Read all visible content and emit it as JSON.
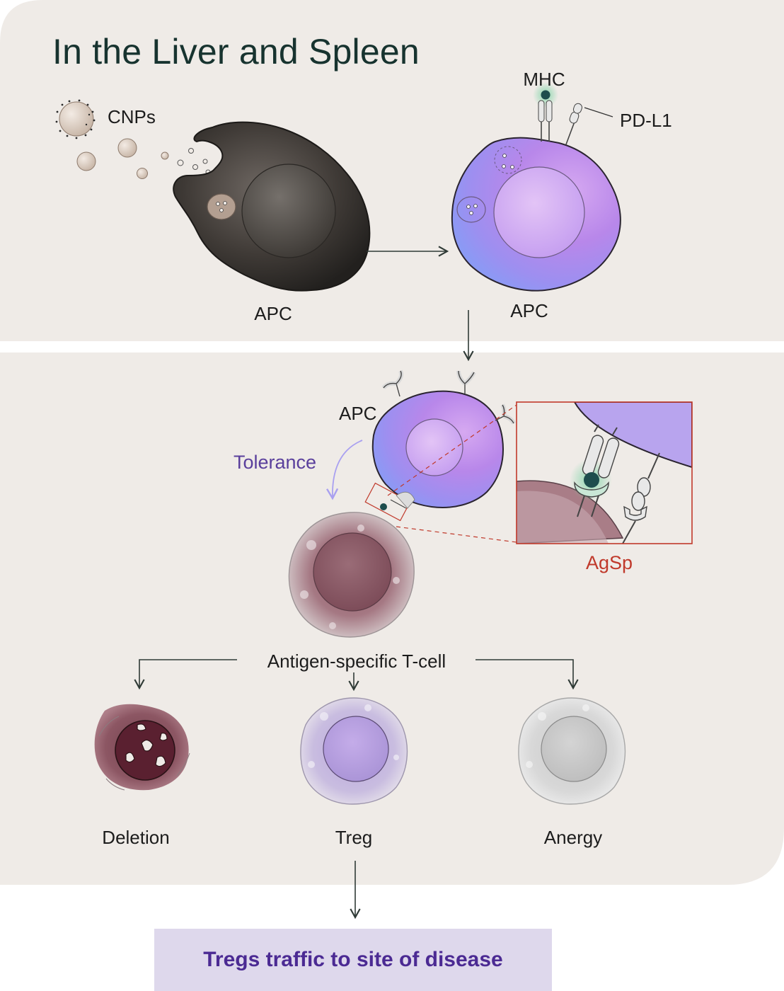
{
  "section_top": {
    "title": "In the Liver and Spleen"
  },
  "labels": {
    "cnps": "CNPs",
    "apc_left": "APC",
    "apc_right": "APC",
    "mhc": "MHC",
    "pdl1": "PD-L1",
    "apc_bottom": "APC",
    "tolerance": "Tolerance",
    "agsp": "AgSp",
    "tcell": "Antigen-specific T-cell"
  },
  "outcomes": [
    {
      "label": "Deletion"
    },
    {
      "label": "Treg"
    },
    {
      "label": "Anergy"
    }
  ],
  "result": {
    "label": "Tregs traffic to site of disease"
  },
  "colors": {
    "panel_bg": "#efebe7",
    "title": "#17332f",
    "tolerance": "#5a3f9c",
    "agsp": "#c0392b",
    "result_bg": "#ded8ec",
    "result_text": "#4b2a93"
  }
}
